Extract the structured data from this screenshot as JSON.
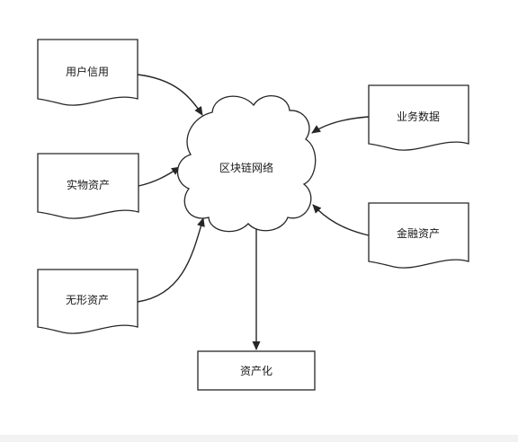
{
  "diagram": {
    "type": "flowchart",
    "line_color": "#262626",
    "nodes": {
      "user_credit": "用户信用",
      "physical_assets": "实物资产",
      "intangible_assets": "无形资产",
      "blockchain_network": "区块链网络",
      "business_data": "业务数据",
      "financial_assets": "金融资产",
      "assetization": "资产化"
    },
    "edges": [
      {
        "from": "user_credit",
        "to": "blockchain_network"
      },
      {
        "from": "physical_assets",
        "to": "blockchain_network"
      },
      {
        "from": "intangible_assets",
        "to": "blockchain_network"
      },
      {
        "from": "business_data",
        "to": "blockchain_network"
      },
      {
        "from": "financial_assets",
        "to": "blockchain_network"
      },
      {
        "from": "blockchain_network",
        "to": "assetization"
      }
    ]
  }
}
